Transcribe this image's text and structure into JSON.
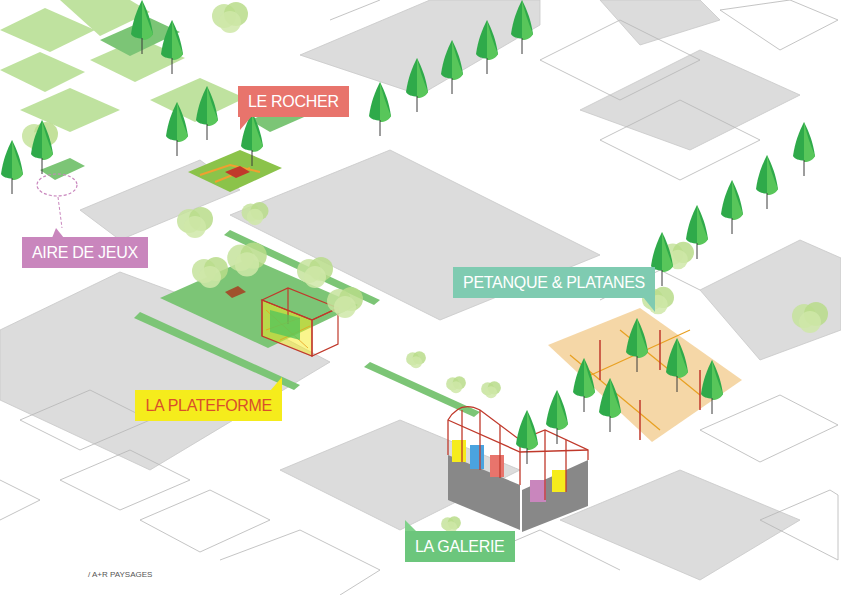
{
  "diagram": {
    "nodes": [
      {
        "text": [
          "LE ROCHER"
        ]
      },
      {
        "text": [
          "AIRE DE JEUX"
        ]
      },
      {
        "text": [
          "PETANQUE & PLATANES"
        ]
      },
      {
        "text": [
          "LA PLATEFORME"
        ]
      },
      {
        "text": [
          "LA GALERIE"
        ]
      }
    ],
    "labels": [
      "/ A+R PAYSAGES"
    ]
  }
}
